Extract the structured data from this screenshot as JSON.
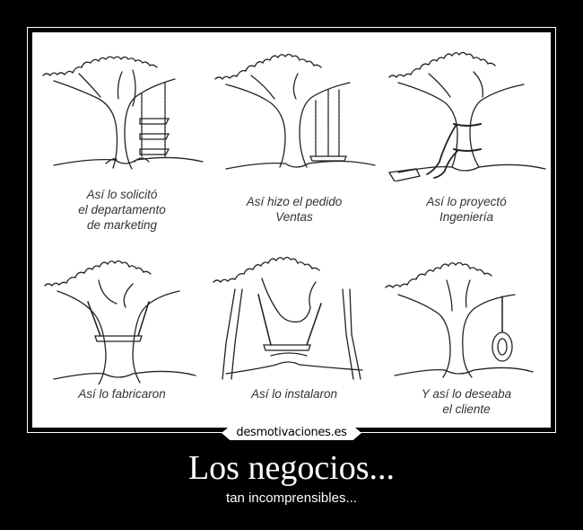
{
  "poster": {
    "title": "Los negocios...",
    "subtitle": "tan incomprensibles...",
    "watermark": "desmotivaciones.es",
    "colors": {
      "background": "#000000",
      "frame_border": "#ffffff",
      "picture_bg": "#ffffff",
      "ink": "#222222",
      "caption": "#333333"
    }
  },
  "comic": {
    "panels": [
      {
        "id": "marketing",
        "caption_lines": [
          "Así lo solicitó",
          "el departamento",
          "de marketing"
        ],
        "drawing": "tree with three-tier stacked swing"
      },
      {
        "id": "ventas",
        "caption_lines": [
          "Así hizo el pedido",
          "Ventas"
        ],
        "drawing": "tree with swing with very long ropes"
      },
      {
        "id": "ingenieria",
        "caption_lines": [
          "Así lo proyectó",
          "Ingeniería"
        ],
        "drawing": "swing ropes tied around trunk, seat on ground"
      },
      {
        "id": "fabricacion",
        "caption_lines": [
          "Así lo fabricaron"
        ],
        "drawing": "swing seat going through the trunk"
      },
      {
        "id": "instalacion",
        "caption_lines": [
          "Así lo instalaron"
        ],
        "drawing": "tree propped up with poles, swing hanging"
      },
      {
        "id": "cliente",
        "caption_lines": [
          "Y así lo deseaba",
          "el cliente"
        ],
        "drawing": "simple tire swing"
      }
    ]
  }
}
